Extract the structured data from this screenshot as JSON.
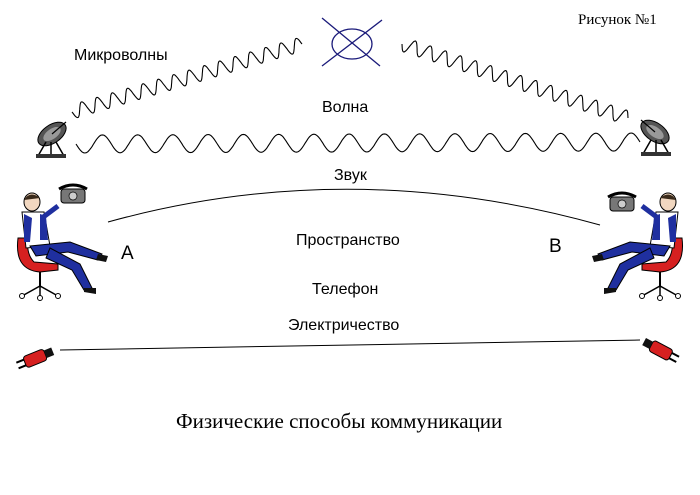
{
  "figure_label": "Рисунок №1",
  "labels": {
    "microwaves": "Микроволны",
    "wave": "Волна",
    "sound": "Звук",
    "space": "Пространство",
    "telephone": "Телефон",
    "electricity": "Электричество",
    "point_a": "A",
    "point_b": "B"
  },
  "caption": "Физические способы коммуникации",
  "icons": [
    "satellite-dish-icon",
    "telephone-icon",
    "seated-person-icon",
    "electric-plug-icon",
    "blocked-signal-icon"
  ],
  "colors": {
    "line": "#000000",
    "person_shirt": "#1f2f9f",
    "chair": "#d62020",
    "plug": "#d62020",
    "blocked_signal": "#1a1a7a"
  }
}
